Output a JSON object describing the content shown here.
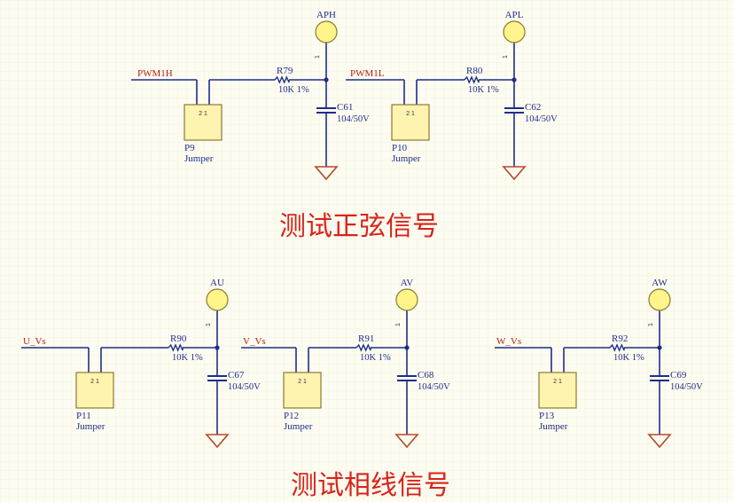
{
  "colors": {
    "background": "#fdfcf1",
    "grid": "#ece7d2",
    "wire": "#1f2d8c",
    "net_label": "#b3201a",
    "ground": "#b34a2a",
    "title": "#d8241a",
    "testpoint_fill": "#fff58a",
    "jumper_fill": "#fff3b0"
  },
  "titles": {
    "sine": "测试正弦信号",
    "phase": "测试相线信号"
  },
  "pin_text": {
    "one": "1",
    "jumper_pins": "2 1"
  },
  "circuits": [
    {
      "net": "PWM1H",
      "res": "R79",
      "res_val": "10K 1%",
      "cap": "C61",
      "cap_val": "104/50V",
      "jumper": "P9",
      "jumper_type": "Jumper",
      "tp": "APH"
    },
    {
      "net": "PWM1L",
      "res": "R80",
      "res_val": "10K 1%",
      "cap": "C62",
      "cap_val": "104/50V",
      "jumper": "P10",
      "jumper_type": "Jumper",
      "tp": "APL"
    },
    {
      "net": "U_Vs",
      "res": "R90",
      "res_val": "10K 1%",
      "cap": "C67",
      "cap_val": "104/50V",
      "jumper": "P11",
      "jumper_type": "Jumper",
      "tp": "AU"
    },
    {
      "net": "V_Vs",
      "res": "R91",
      "res_val": "10K 1%",
      "cap": "C68",
      "cap_val": "104/50V",
      "jumper": "P12",
      "jumper_type": "Jumper",
      "tp": "AV"
    },
    {
      "net": "W_Vs",
      "res": "R92",
      "res_val": "10K 1%",
      "cap": "C69",
      "cap_val": "104/50V",
      "jumper": "P13",
      "jumper_type": "Jumper",
      "tp": "AW"
    }
  ]
}
